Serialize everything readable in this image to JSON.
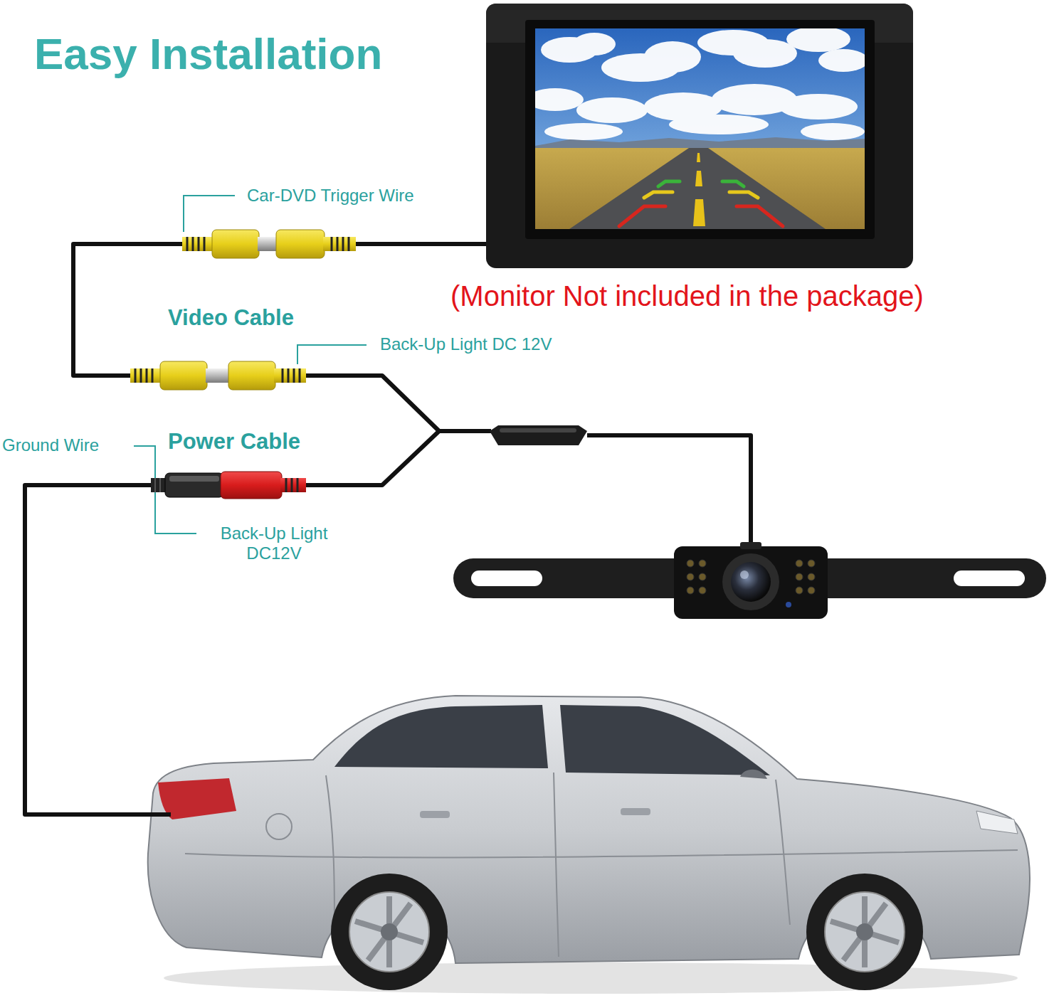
{
  "diagram": {
    "title": "Easy Installation",
    "labels": [
      "Car-DVD Trigger Wire",
      "Video Cable",
      "Back-Up Light DC 12V",
      "(Monitor Not included in the package)",
      "Ground Wire",
      "Power Cable",
      "Back-Up Light DC12V"
    ]
  }
}
